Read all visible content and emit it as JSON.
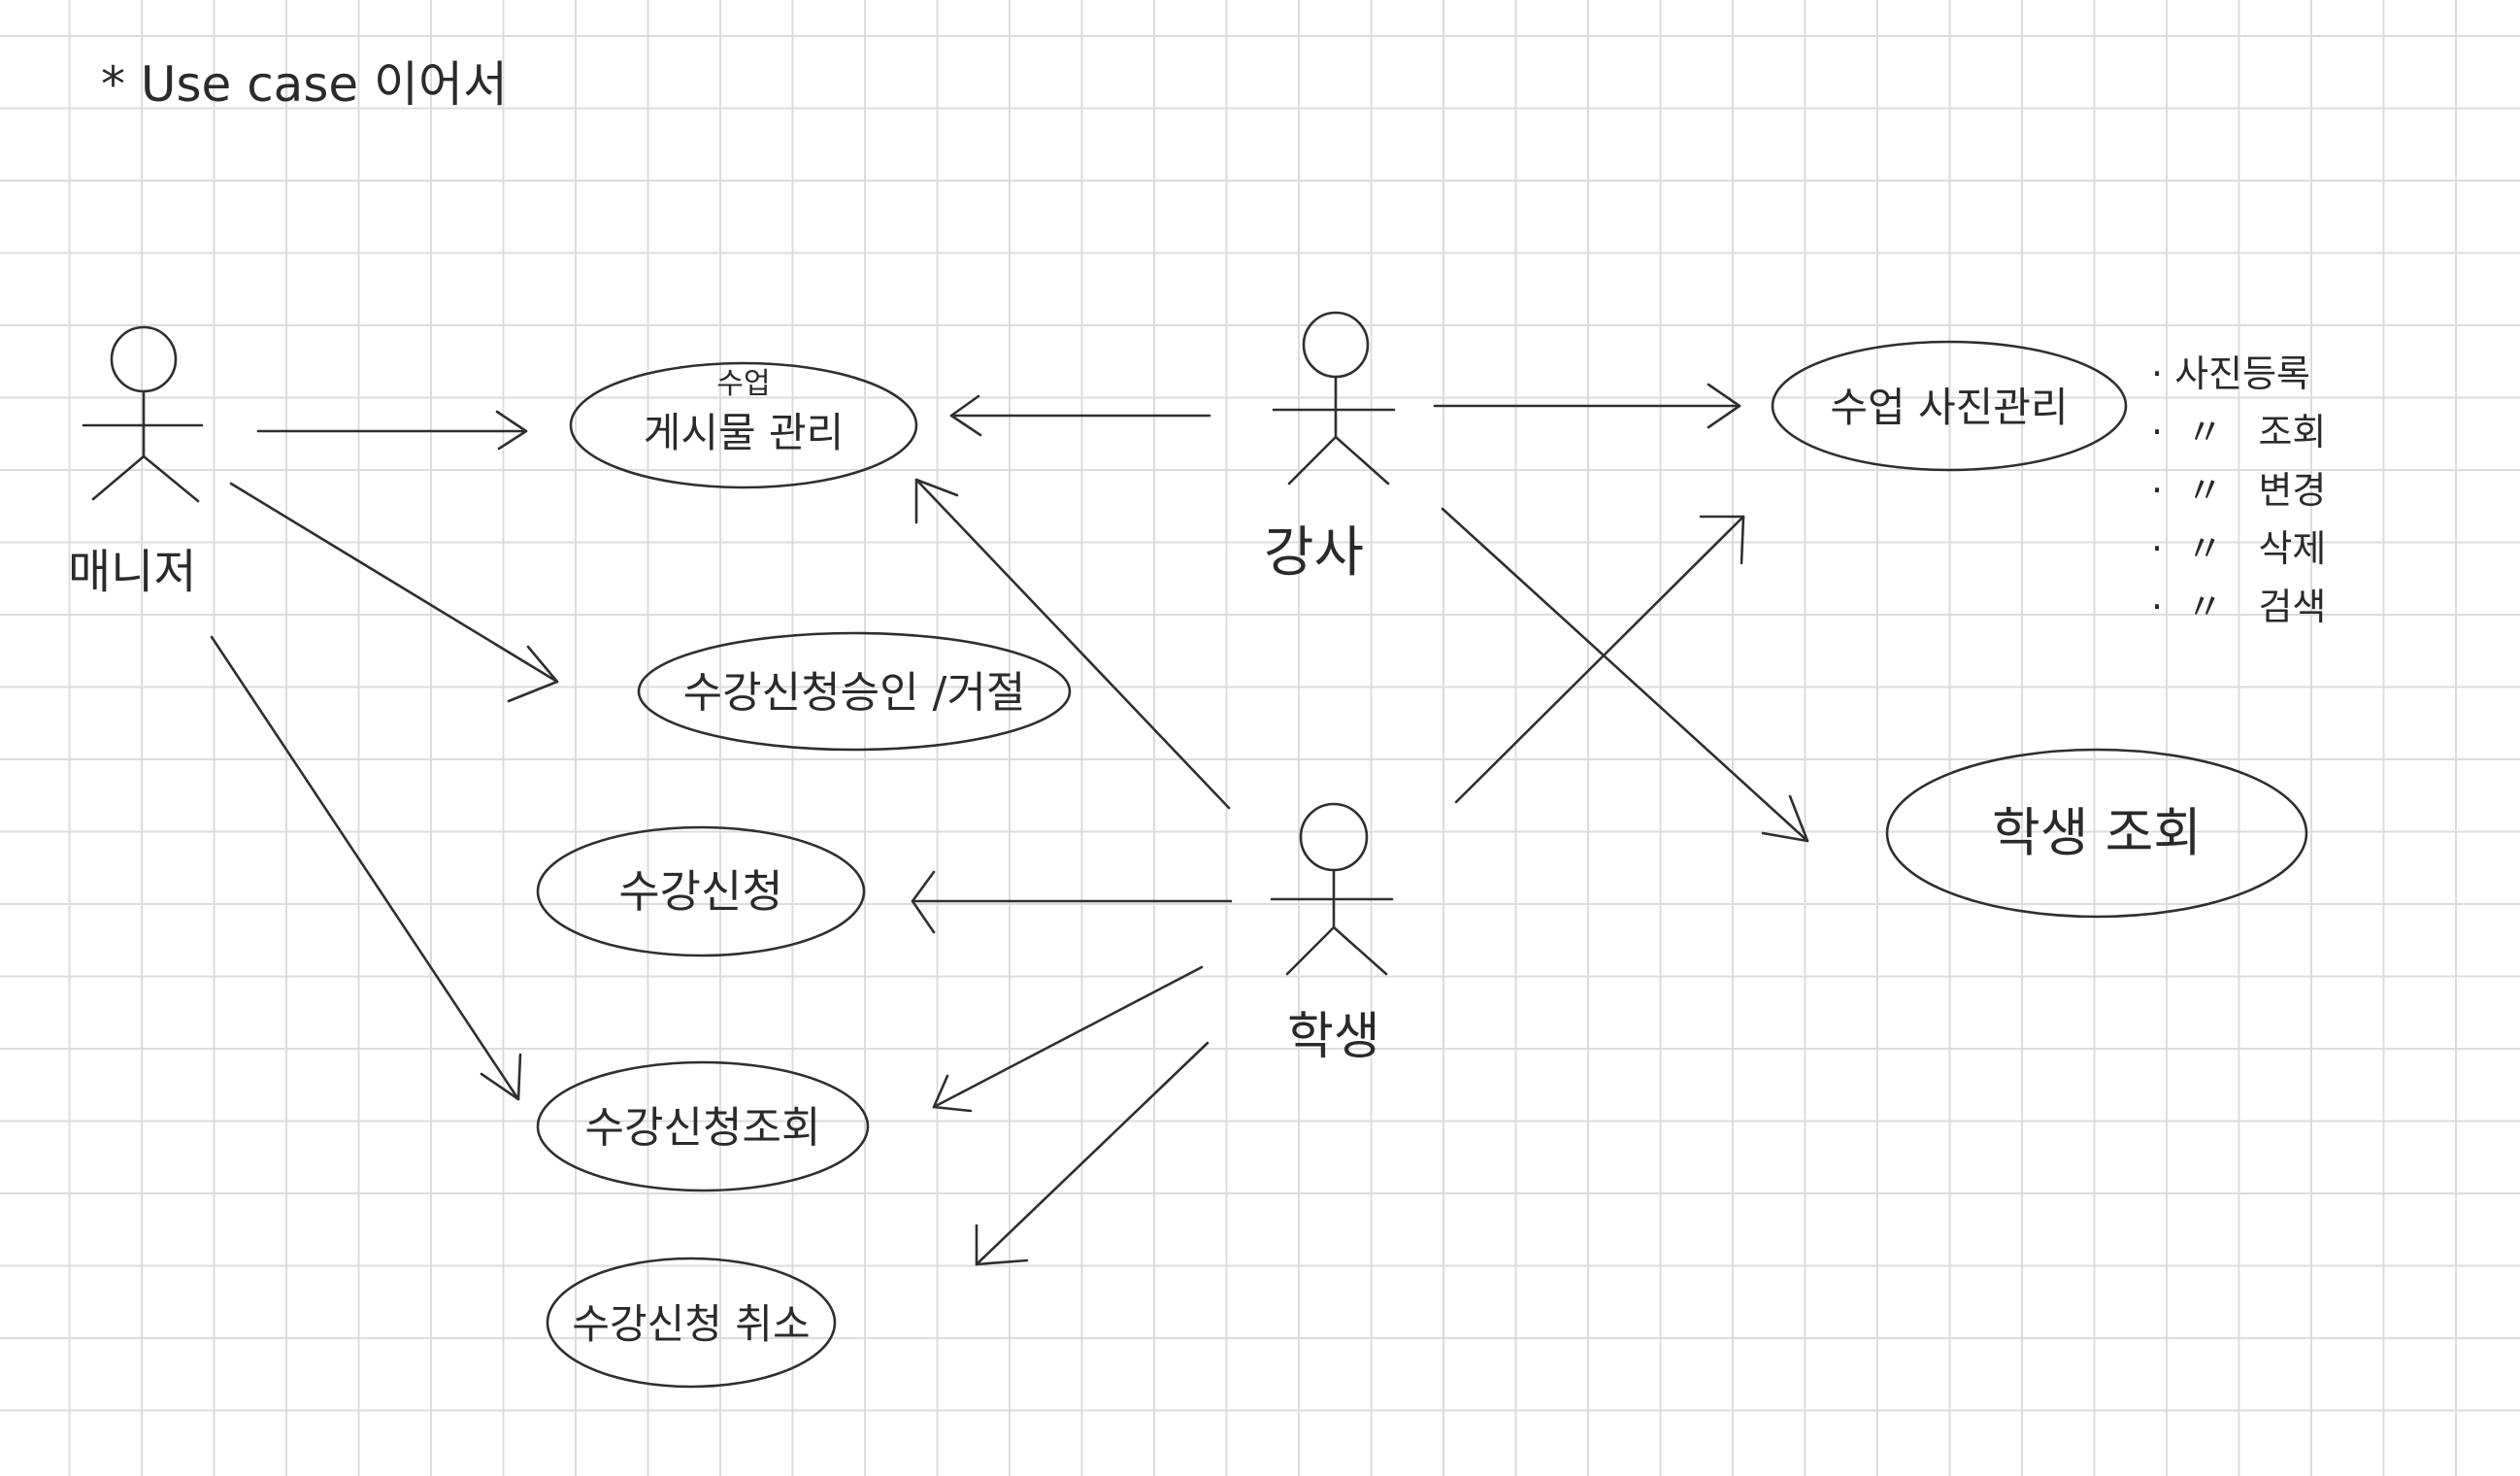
{
  "title": "* Use case 이어서",
  "actors": {
    "manager": "매니저",
    "instructor": "강사",
    "student": "학생"
  },
  "use_cases": {
    "post_small": "수업",
    "post_main": "게시물 관리",
    "approve_reject": "수강신청승인 /거절",
    "enroll": "수강신청",
    "enroll_view": "수강신청조회",
    "enroll_cancel": "수강신청 취소",
    "class_photo": "수업 사진관리",
    "student_view": "학생 조회"
  },
  "notes": {
    "photo_items": [
      "· 사진등록",
      "·  〃   조회",
      "·  〃   변경",
      "·  〃   삭제",
      "·  〃   검색"
    ]
  }
}
